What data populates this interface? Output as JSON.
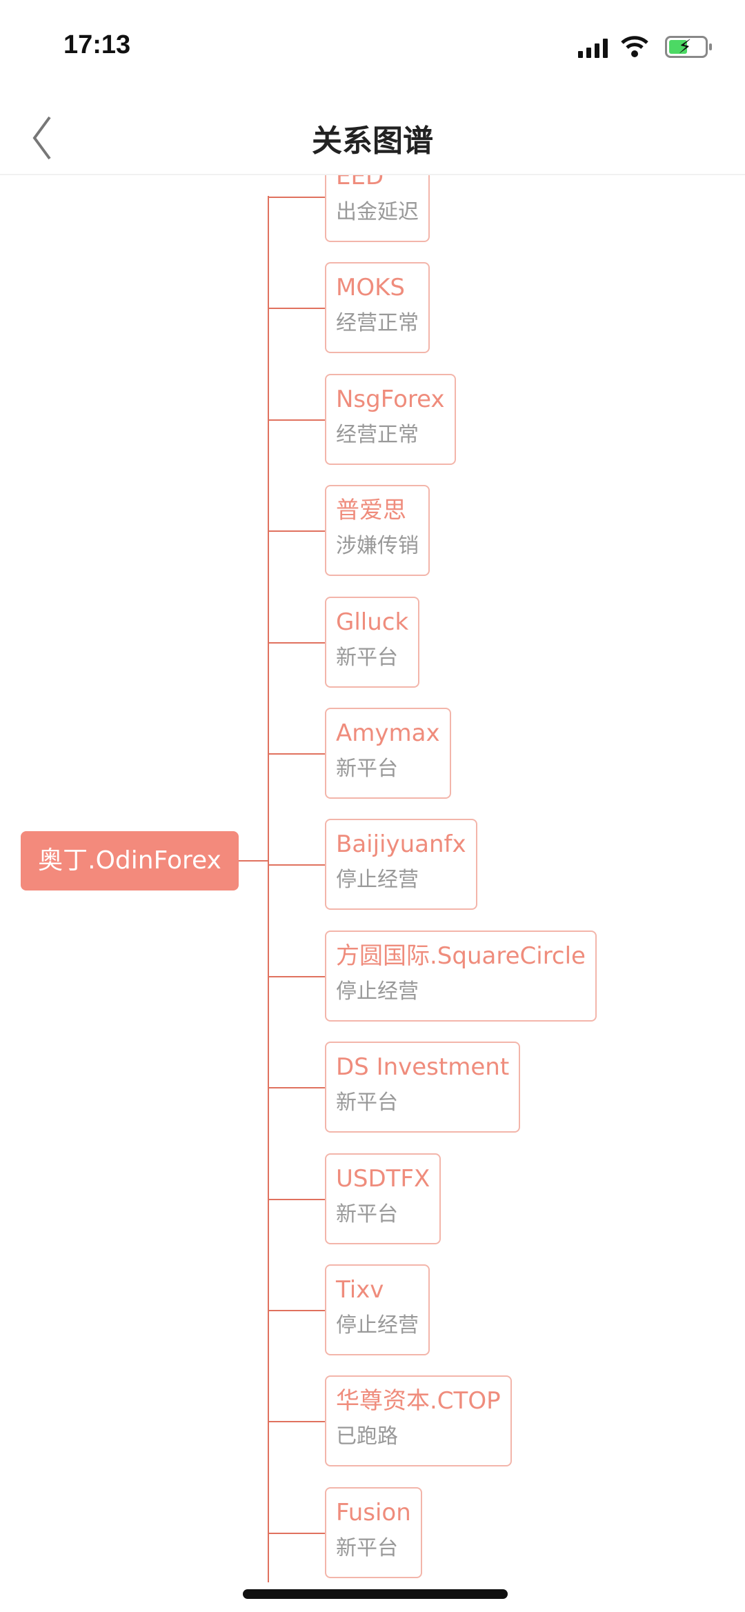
{
  "status_bar": {
    "time": "17:13"
  },
  "header": {
    "title": "关系图谱"
  },
  "root": {
    "label": "奥丁.OdinForex"
  },
  "nodes": [
    {
      "name": "EED",
      "status": "出金延迟"
    },
    {
      "name": "MOKS",
      "status": "经营正常"
    },
    {
      "name": "NsgForex",
      "status": "经营正常"
    },
    {
      "name": "普爱思",
      "status": "涉嫌传销"
    },
    {
      "name": "Glluck",
      "status": "新平台"
    },
    {
      "name": "Amymax",
      "status": "新平台"
    },
    {
      "name": "Baijiyuanfx",
      "status": "停止经营"
    },
    {
      "name": "方圆国际.SquareCircle",
      "status": "停止经营"
    },
    {
      "name": "DS Investment",
      "status": "新平台"
    },
    {
      "name": "USDTFX",
      "status": "新平台"
    },
    {
      "name": "Tixv",
      "status": "停止经营"
    },
    {
      "name": "华尊资本.CTOP",
      "status": "已跑路"
    },
    {
      "name": "Fusion",
      "status": "新平台"
    }
  ]
}
